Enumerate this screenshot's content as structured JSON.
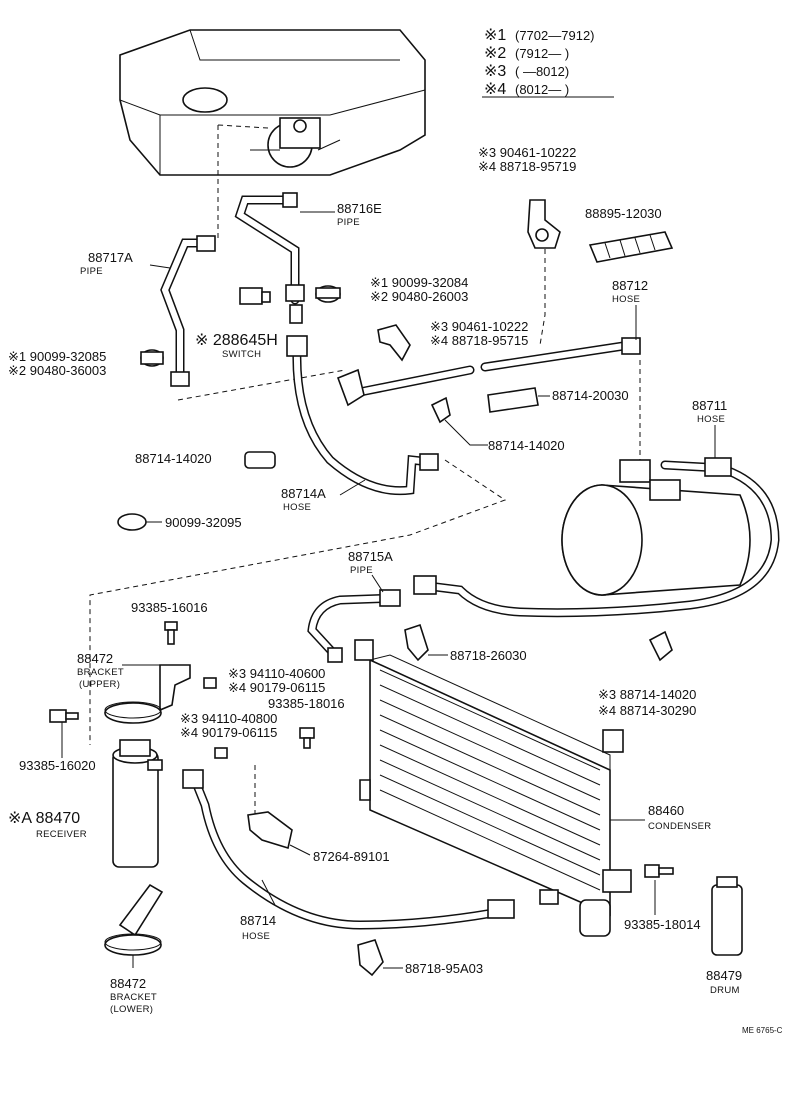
{
  "legend": [
    {
      "mark": "※1",
      "range": "(7702—7912)"
    },
    {
      "mark": "※2",
      "range": "(7912—        )"
    },
    {
      "mark": "※3",
      "range": "(        —8012)"
    },
    {
      "mark": "※4",
      "range": "(8012—        )"
    }
  ],
  "labels": {
    "l_88716E": "88716E",
    "n_88716E": "PIPE",
    "l_88717A": "88717A",
    "n_88717A": "PIPE",
    "l_top_bracket_3": "※3 90461-10222",
    "l_top_bracket_4": "※4 88718-95719",
    "l_88895": "88895-12030",
    "l_88712": "88712",
    "n_88712": "HOSE",
    "l_bolt1": "※1 90099-32084",
    "l_bolt2": "※2 90480-26003",
    "l_88645H": "※ 288645H",
    "n_88645H": "SWITCH",
    "l_plug1": "※1 90099-32085",
    "l_plug2": "※2 90480-36003",
    "l_clamp3": "※3 90461-10222",
    "l_clamp4": "※4 88718-95715",
    "l_88714_20030": "88714-20030",
    "l_88714_14020_mid": "88714-14020",
    "l_88714_14020_left": "88714-14020",
    "l_88711": "88711",
    "n_88711": "HOSE",
    "l_88714A": "88714A",
    "n_88714A": "HOSE",
    "l_90099_32095": "90099-32095",
    "l_88715A": "88715A",
    "n_88715A": "PIPE",
    "l_93385_16016": "93385-16016",
    "l_88718_26030": "88718-26030",
    "l_88472_upper": "88472",
    "n_88472_upper_1": "BRACKET",
    "n_88472_upper_2": "(UPPER)",
    "l_nut3_a": "※3 94110-40600",
    "l_nut4_a": "※4 90179-06115",
    "l_93385_18016": "93385-18016",
    "l_nut3_b": "※3 94110-40800",
    "l_nut4_b": "※4 90179-06115",
    "l_93385_16020": "93385-16020",
    "l_cap3": "※3 88714-14020",
    "l_cap4": "※4 88714-30290",
    "l_88470": "※A 88470",
    "n_88470": "RECEIVER",
    "l_88460": "88460",
    "n_88460": "CONDENSER",
    "l_87264": "87264-89101",
    "l_88714": "88714",
    "n_88714": "HOSE",
    "l_93385_18014": "93385-18014",
    "l_88718_95A03": "88718-95A03",
    "l_88472_lower": "88472",
    "n_88472_lower_1": "BRACKET",
    "n_88472_lower_2": "(LOWER)",
    "l_88479": "88479",
    "n_88479": "DRUM",
    "l_ref": "ME 6765-C"
  }
}
